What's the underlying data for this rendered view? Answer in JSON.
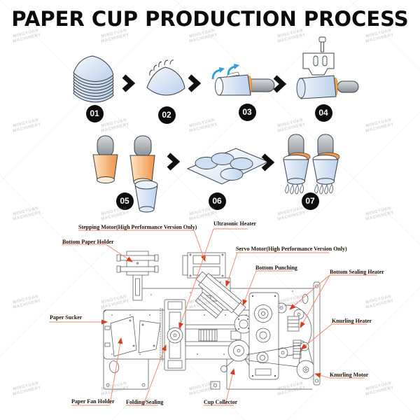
{
  "title": "PAPER CUP PRODUCTION PROCESS",
  "watermark": {
    "line1": "MINGYUAN",
    "line2": "MACHINERY"
  },
  "process": {
    "steps": [
      {
        "number": "01",
        "name": "paper-fan-stack"
      },
      {
        "number": "02",
        "name": "fan-blank-gluing"
      },
      {
        "number": "03",
        "name": "cone-rolling"
      },
      {
        "number": "04",
        "name": "side-seam-sealing"
      },
      {
        "number": "05",
        "name": "cone-heating"
      },
      {
        "number": "06",
        "name": "bottom-punching"
      },
      {
        "number": "07",
        "name": "knurling"
      }
    ]
  },
  "machine": {
    "labels": [
      {
        "id": "bottom-paper-holder",
        "text": "Bottom Paper Holder"
      },
      {
        "id": "stepping-motor",
        "text": "Stepping Motor(High Performance Version Only)"
      },
      {
        "id": "ultrasonic-heater",
        "text": "Ultrasonic Heater"
      },
      {
        "id": "servo-motor",
        "text": "Servo Motor(High Performance Version Only)"
      },
      {
        "id": "bottom-punching",
        "text": "Bottom Punching"
      },
      {
        "id": "bottom-sealing-heater",
        "text": "Bottom Sealing Heater"
      },
      {
        "id": "knurling-heater",
        "text": "Knurling Heater"
      },
      {
        "id": "knurling-motor",
        "text": "Knurling Motor"
      },
      {
        "id": "paper-sucker",
        "text": "Paper Sucker"
      },
      {
        "id": "paper-fan-holder",
        "text": "Paper Fan Holder"
      },
      {
        "id": "folding-sealing",
        "text": "Folding/Sealing"
      },
      {
        "id": "cup-collector",
        "text": "Cup Collector"
      }
    ]
  },
  "icons": {
    "step_arrow": "chevron-right-icon",
    "roll_arrows": "roll-direction-arrow-icon"
  },
  "colors": {
    "title_text": "#0b0b0b",
    "badge_bg": "#0d0d0d",
    "cup_blue": "#c3d6ef",
    "heated_orange": "#f0954a",
    "mandrel_gray": "#9aa0a6",
    "machine_line": "#4f4f4f",
    "leader_line": "#ef8468",
    "leader_arrow": "#d93a20",
    "chevron_black": "#101010",
    "watermark_gray": "#8c8c8c"
  }
}
